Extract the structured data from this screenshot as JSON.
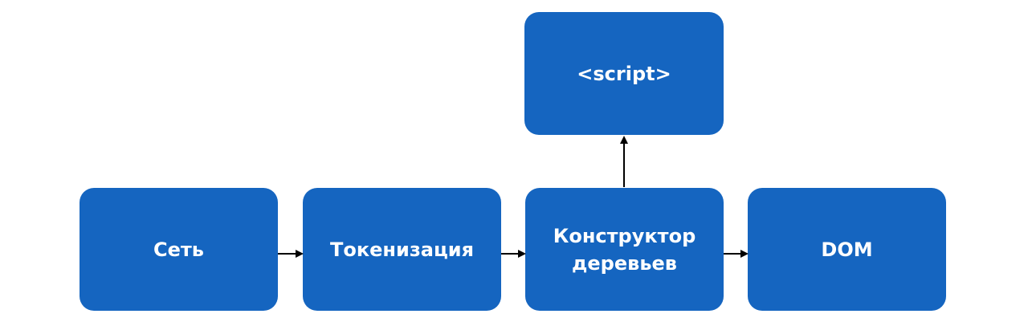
{
  "diagram": {
    "nodes": {
      "network": {
        "label": "Сеть"
      },
      "tokenization": {
        "label": "Токенизация"
      },
      "tree_builder": {
        "line1": "Конструктор",
        "line2": "деревьев"
      },
      "dom": {
        "label": "DOM"
      },
      "script": {
        "label": "<script>"
      }
    },
    "edges": [
      {
        "from": "network",
        "to": "tokenization"
      },
      {
        "from": "tokenization",
        "to": "tree_builder"
      },
      {
        "from": "tree_builder",
        "to": "dom"
      },
      {
        "from": "tree_builder",
        "to": "script"
      }
    ],
    "colors": {
      "node_fill": "#1565c0",
      "node_text": "#ffffff",
      "arrow": "#000000"
    }
  }
}
